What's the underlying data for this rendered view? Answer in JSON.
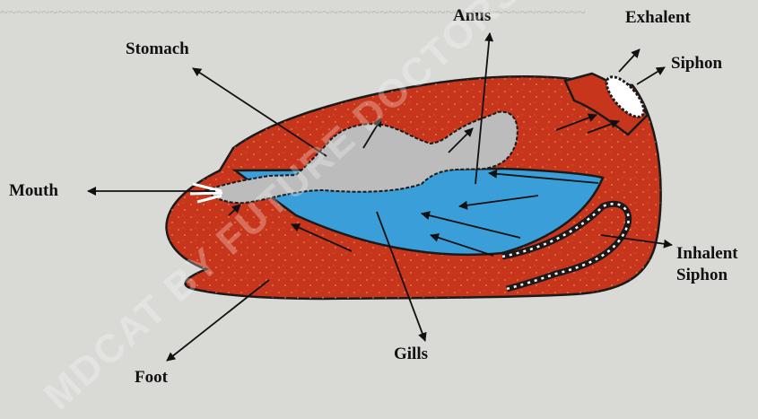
{
  "diagram": {
    "labels": {
      "anus": "Anus",
      "exhalent": "Exhalent",
      "siphon_top": "Siphon",
      "stomach": "Stomach",
      "mouth": "Mouth",
      "inhalent": "Inhalent",
      "siphon_bottom": "Siphon",
      "gills": "Gills",
      "foot": "Foot"
    },
    "watermark": "MDCAT BY FUTURE DOCTORS"
  },
  "colors": {
    "body": "#c8351d",
    "gills": "#3a9ed8",
    "gut": "#bdbdbd",
    "outline": "#1a1a1a",
    "page": "#d9d9d6"
  }
}
